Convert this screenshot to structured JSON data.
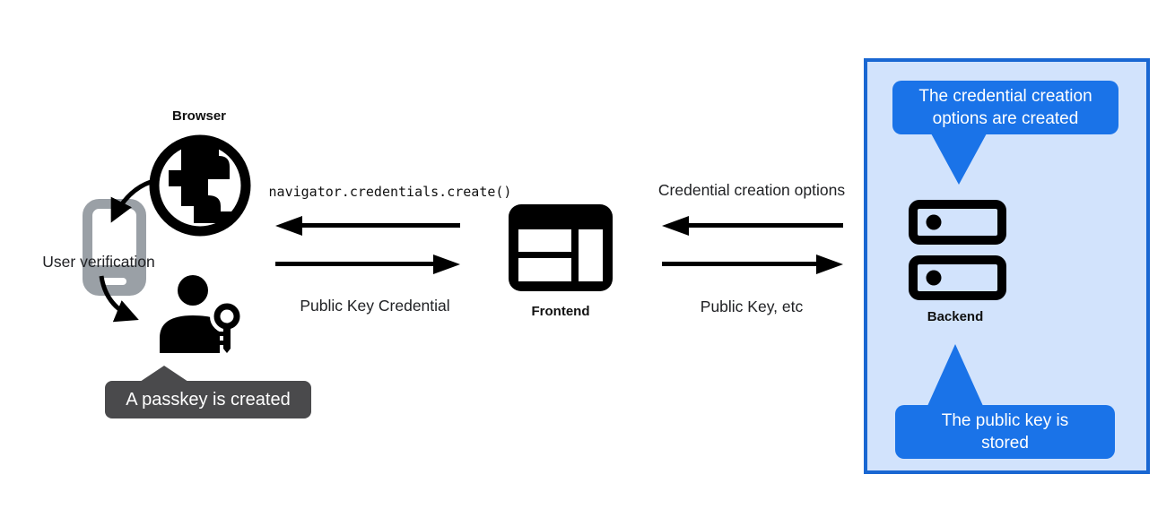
{
  "colors": {
    "callout_blue": "#1a73e8",
    "panel_border_blue": "#1967d2",
    "panel_fill_blue": "#d2e3fc",
    "tooltip_gray": "#4a4a4c",
    "phone_gray": "#9aa0a6",
    "ink_black": "#000000",
    "text_dark": "#202124"
  },
  "nodes": {
    "browser": {
      "label": "Browser",
      "icon": "globe-icon"
    },
    "authenticator": {
      "label": "User verification",
      "icon": "smartphone-icon"
    },
    "user": {
      "icon": "person-key-icon"
    },
    "frontend": {
      "label": "Frontend",
      "icon": "browser-window-icon"
    },
    "backend": {
      "label": "Backend",
      "icon": "server-icon"
    }
  },
  "arrows": {
    "frontend_to_browser": {
      "label": "navigator.credentials.create()",
      "direction": "left"
    },
    "browser_to_frontend": {
      "label": "Public Key Credential",
      "direction": "right"
    },
    "backend_to_frontend": {
      "label": "Credential creation options",
      "direction": "left"
    },
    "frontend_to_backend": {
      "label": "Public Key, etc",
      "direction": "right"
    }
  },
  "callouts": {
    "passkey_created": "A passkey is created",
    "options_created": "The credential creation options are created",
    "public_key_stored": "The public key is stored"
  }
}
